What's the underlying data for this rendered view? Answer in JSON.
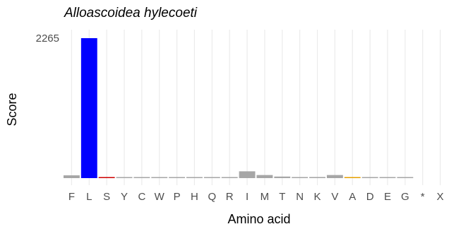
{
  "chart_data": {
    "type": "bar",
    "title": "Alloascoidea hylecoeti",
    "xlabel": "Amino acid",
    "ylabel": "Score",
    "categories": [
      "F",
      "L",
      "S",
      "Y",
      "C",
      "W",
      "P",
      "H",
      "Q",
      "R",
      "I",
      "M",
      "T",
      "N",
      "K",
      "V",
      "A",
      "D",
      "E",
      "G",
      "*",
      "X"
    ],
    "values": [
      45,
      2265,
      10,
      12,
      8,
      8,
      12,
      8,
      8,
      10,
      110,
      50,
      25,
      12,
      18,
      50,
      15,
      8,
      15,
      10,
      0,
      0
    ],
    "colors": [
      "#a6a6a6",
      "#0000ff",
      "#cc0000",
      "#a6a6a6",
      "#a6a6a6",
      "#a6a6a6",
      "#a6a6a6",
      "#a6a6a6",
      "#a6a6a6",
      "#a6a6a6",
      "#a6a6a6",
      "#a6a6a6",
      "#a6a6a6",
      "#a6a6a6",
      "#a6a6a6",
      "#a6a6a6",
      "#e6a000",
      "#a6a6a6",
      "#a6a6a6",
      "#a6a6a6",
      "#a6a6a6",
      "#a6a6a6"
    ],
    "y_ticks": [
      2265
    ],
    "ylim": [
      0,
      2265
    ],
    "grid": "vertical",
    "legend": "none"
  }
}
